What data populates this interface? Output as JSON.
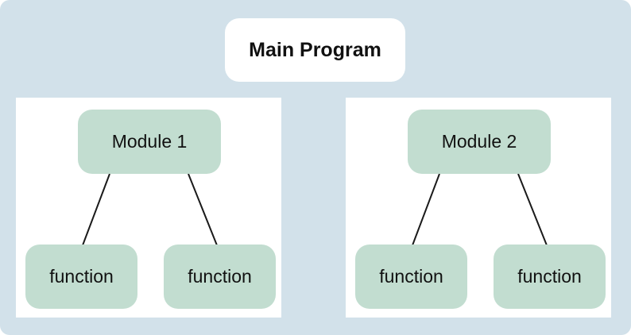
{
  "diagram": {
    "root": {
      "label": "Main Program"
    },
    "panels": [
      {
        "module": {
          "label": "Module 1"
        },
        "functions": [
          {
            "label": "function"
          },
          {
            "label": "function"
          }
        ]
      },
      {
        "module": {
          "label": "Module 2"
        },
        "functions": [
          {
            "label": "function"
          },
          {
            "label": "function"
          }
        ]
      }
    ],
    "colors": {
      "background": "#d2e1ea",
      "node_green": "#c2ddd0",
      "node_white": "#ffffff",
      "line": "#1a1a1a",
      "text": "#111111"
    }
  }
}
